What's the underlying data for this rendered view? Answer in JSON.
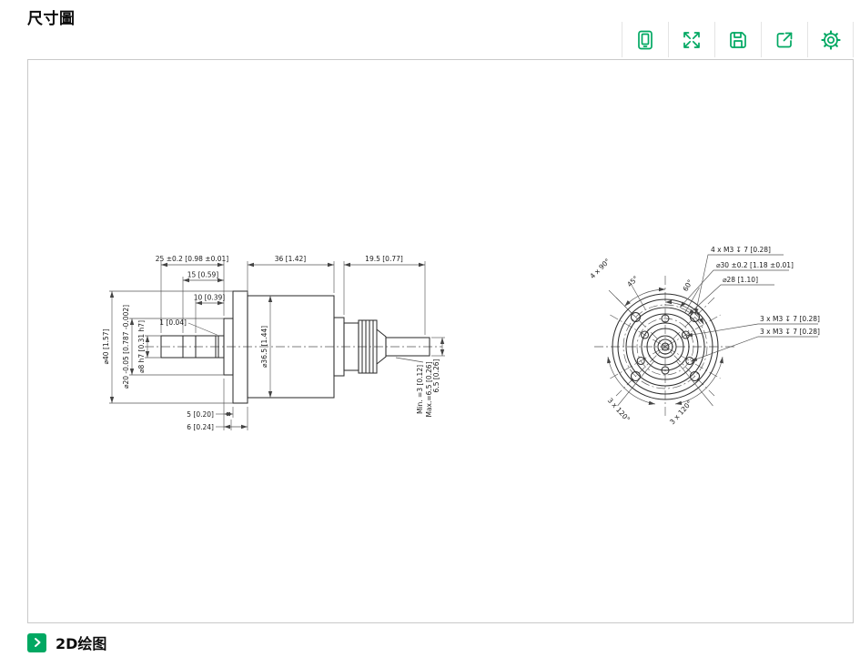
{
  "page": {
    "title": "尺寸圖",
    "accent": "#00a862"
  },
  "toolbar": {
    "buttons": [
      {
        "name": "mobile-preview-icon"
      },
      {
        "name": "fullscreen-icon"
      },
      {
        "name": "save-icon"
      },
      {
        "name": "export-icon"
      },
      {
        "name": "settings-icon"
      }
    ]
  },
  "drawing": {
    "side_view": {
      "dim_shaft_len": "25 ±0.2 [0.98 ±0.01]",
      "dim_15": "15 [0.59]",
      "dim_10": "10 [0.39]",
      "dim_groove": "1 [0.04]",
      "dim_body_len": "36 [1.42]",
      "dim_gland_len": "19.5 [0.77]",
      "dim_flange_dia": "⌀40 [1.57]",
      "dim_pilot_dia": "⌀20 -0.05 [0.787 -0.002]",
      "dim_shaft_dia": "⌀8 h7 [0.31 h7]",
      "dim_body_dia": "⌀36.5 [1.44]",
      "dim_5": "5 [0.20]",
      "dim_6": "6 [0.24]",
      "dim_cable_min": "Min. =3 [0.12]",
      "dim_cable_max": "Max.=6.5 [0.26]",
      "dim_cable_dia": "6.5 [0.26]"
    },
    "front_view": {
      "dim_4xm3": "4 x M3 ↧ 7 [0.28]",
      "dim_bolt_circle": "⌀30 ±0.2 [1.18 ±0.01]",
      "dim_d28": "⌀28 [1.10]",
      "dim_3xm3_a": "3 x M3 ↧ 7 [0.28]",
      "dim_3xm3_b": "3 x M3 ↧ 7 [0.28]",
      "ang_4x90": "4 x 90°",
      "ang_45": "45°",
      "ang_60": "60°",
      "ang_3x120_left": "3 x 120°",
      "ang_3x120_right": "3 x 120°"
    }
  },
  "footer": {
    "link_label": "2D绘图"
  }
}
